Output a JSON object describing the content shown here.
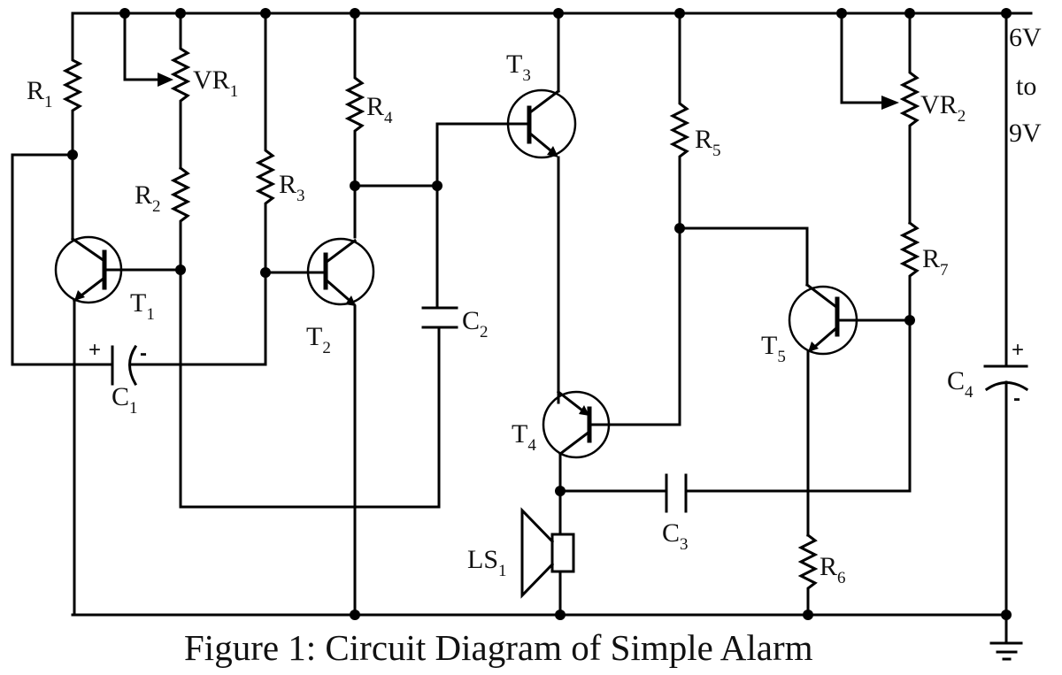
{
  "caption": "Figure 1: Circuit Diagram of Simple Alarm",
  "supply": {
    "line1": "6V",
    "line2": "to",
    "line3": "9V"
  },
  "components": {
    "R1": {
      "base": "R",
      "sub": "1"
    },
    "VR1": {
      "base": "VR",
      "sub": "1"
    },
    "R2": {
      "base": "R",
      "sub": "2"
    },
    "R3": {
      "base": "R",
      "sub": "3"
    },
    "R4": {
      "base": "R",
      "sub": "4"
    },
    "R5": {
      "base": "R",
      "sub": "5"
    },
    "R6": {
      "base": "R",
      "sub": "6"
    },
    "R7": {
      "base": "R",
      "sub": "7"
    },
    "VR2": {
      "base": "VR",
      "sub": "2"
    },
    "T1": {
      "base": "T",
      "sub": "1"
    },
    "T2": {
      "base": "T",
      "sub": "2"
    },
    "T3": {
      "base": "T",
      "sub": "3"
    },
    "T4": {
      "base": "T",
      "sub": "4"
    },
    "T5": {
      "base": "T",
      "sub": "5"
    },
    "C1": {
      "base": "C",
      "sub": "1",
      "plus": "+",
      "minus": "-"
    },
    "C2": {
      "base": "C",
      "sub": "2"
    },
    "C3": {
      "base": "C",
      "sub": "3"
    },
    "C4": {
      "base": "C",
      "sub": "4",
      "plus": "+",
      "minus": "-"
    },
    "LS1": {
      "base": "LS",
      "sub": "1"
    }
  }
}
